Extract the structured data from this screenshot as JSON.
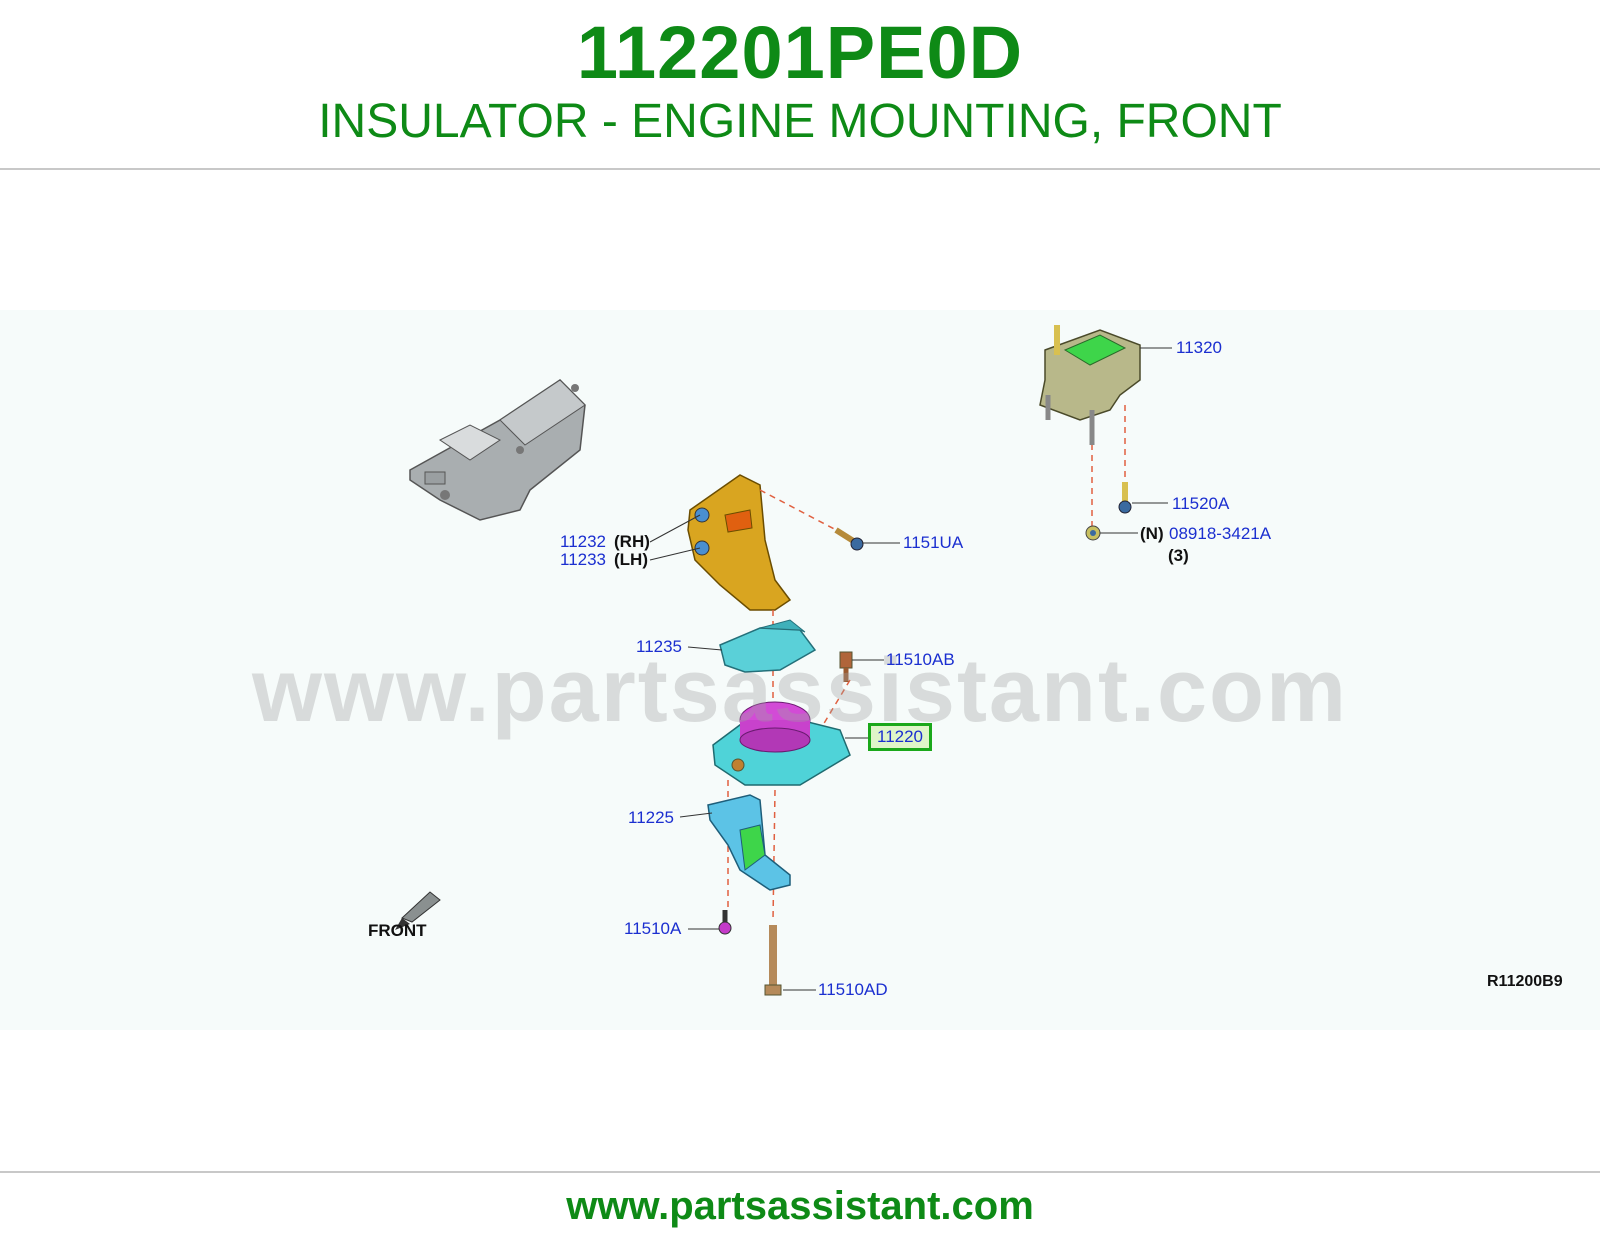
{
  "header": {
    "part_number": "112201PE0D",
    "description": "INSULATOR - ENGINE MOUNTING, FRONT"
  },
  "diagram": {
    "watermark": "www.partsassistant.com",
    "reference_code": "R11200B9",
    "front_label": "FRONT",
    "callouts": {
      "c11320": "11320",
      "c11520A": "11520A",
      "c08918": "08918-3421A",
      "c08918_prefix": "(N)",
      "c08918_qty": "(3)",
      "c11232": "11232",
      "c11232_side": "(RH)",
      "c11233": "11233",
      "c11233_side": "(LH)",
      "c1151UA": "1151UA",
      "c11235": "11235",
      "c11510AB": "11510AB",
      "c11220": "11220",
      "c11225": "11225",
      "c11510A": "11510A",
      "c11510AD": "11510AD"
    },
    "colors": {
      "bracket_gold": "#d9a520",
      "insulator_cyan": "#4fd3d8",
      "insulator_top_magenta": "#d24bd6",
      "bracket_lower_blue": "#5cc3e6",
      "green_face": "#3ed54a",
      "grey_part": "#a9aeb0",
      "rear_mount_olive": "#b8b88a",
      "highlight_border": "#1aa81a",
      "link_blue": "#1b2fd0"
    }
  },
  "footer": {
    "url": "www.partsassistant.com"
  }
}
